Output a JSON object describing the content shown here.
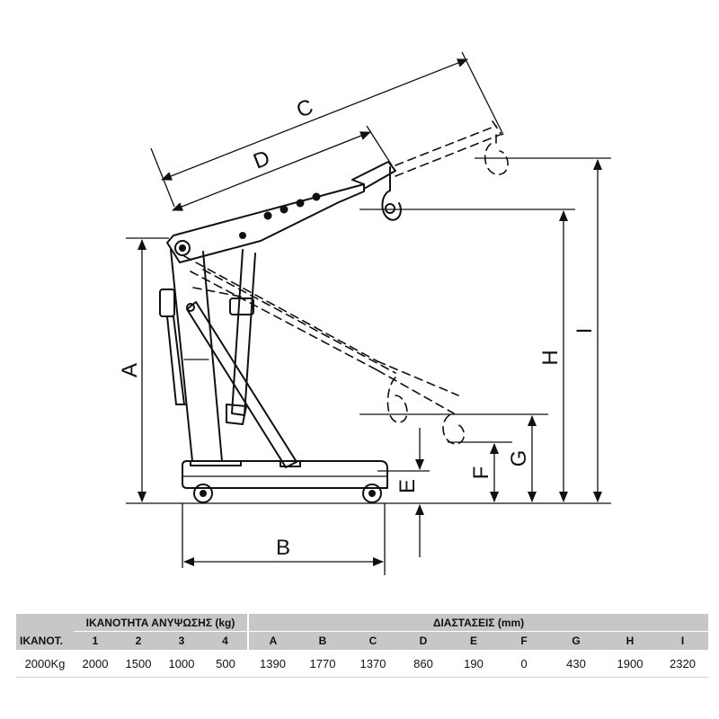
{
  "diagram": {
    "dimension_labels": [
      "A",
      "B",
      "C",
      "D",
      "E",
      "F",
      "G",
      "H",
      "I"
    ]
  },
  "table": {
    "lifting_capacity_header": "ΙΚΑΝΟΤΗΤΑ ΑΝΥΨΩΣΗΣ (kg)",
    "dimensions_header": "ΔΙΑΣΤΑΣΕΙΣ (mm)",
    "capacity_col_header": "ΙΚΑΝΟΤ.",
    "position_headers": [
      "1",
      "2",
      "3",
      "4"
    ],
    "dimension_headers": [
      "A",
      "B",
      "C",
      "D",
      "E",
      "F",
      "G",
      "H",
      "I"
    ],
    "row": {
      "capacity": "2000Kg",
      "lifting_values": [
        "2000",
        "1500",
        "1000",
        "500"
      ],
      "dimension_values": [
        "1390",
        "1770",
        "1370",
        "860",
        "190",
        "0",
        "430",
        "1900",
        "2320"
      ]
    }
  }
}
